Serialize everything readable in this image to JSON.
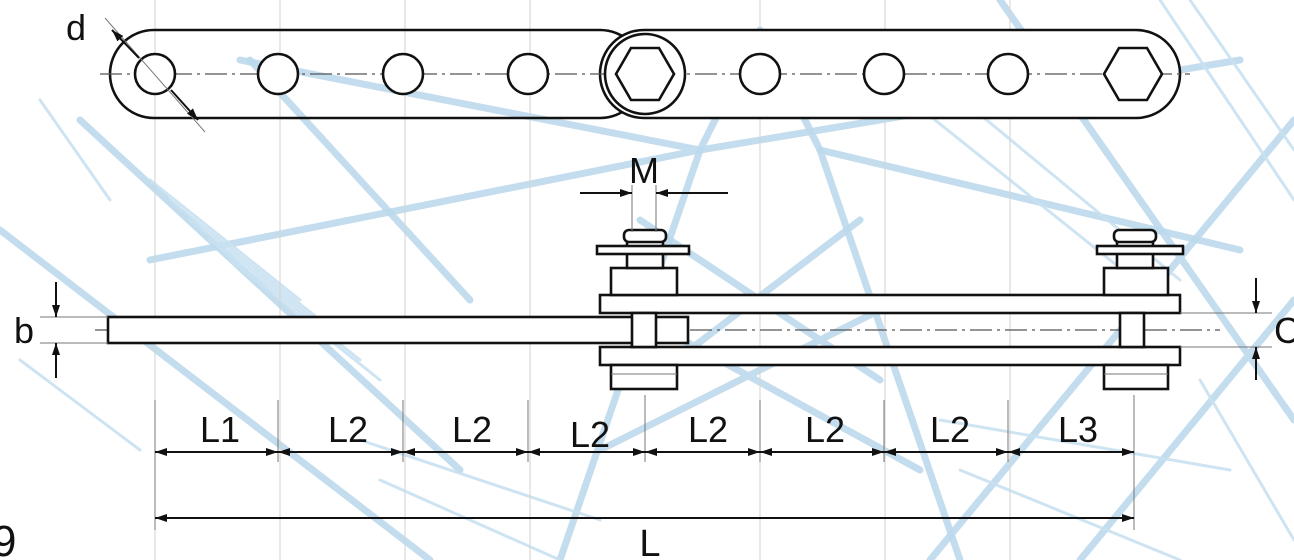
{
  "labels": {
    "d": "d",
    "M": "M",
    "b": "b",
    "c": "C",
    "L": "L",
    "L1": "L1",
    "L2_1": "L2",
    "L2_2": "L2",
    "L2_3": "L2",
    "L2_4": "L2",
    "L2_5": "L2",
    "L2_6": "L2",
    "L3": "L3",
    "corner_fragment": "9"
  },
  "colors": {
    "line": "#111111",
    "background_tower": "#bcd9ec",
    "dimension_text": "#111111"
  }
}
